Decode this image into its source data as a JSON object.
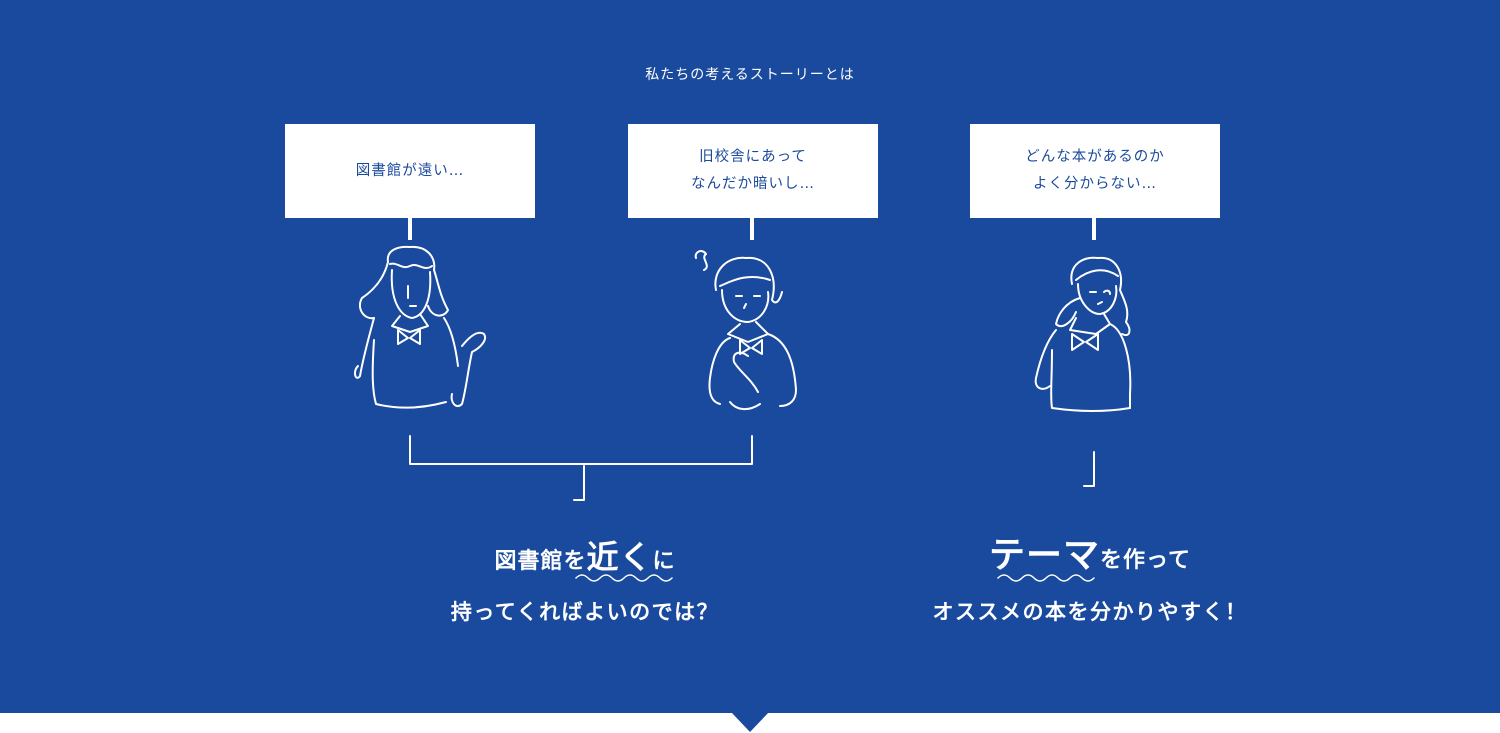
{
  "heading": "私たちの考えるストーリーとは",
  "bubbles": [
    {
      "line1": "図書館が遠い…",
      "line2": ""
    },
    {
      "line1": "旧校舎にあって",
      "line2": "なんだか暗いし…"
    },
    {
      "line1": "どんな本があるのか",
      "line2": "よく分からない…"
    }
  ],
  "results": {
    "left": {
      "pre": "図書館を",
      "em": "近く",
      "post": "に",
      "line2": "持ってくればよいのでは？"
    },
    "right": {
      "em": "テーマ",
      "post": "を作って",
      "line2": "オススメの本を分かりやすく！"
    }
  },
  "colors": {
    "background": "#1a4a9d",
    "bubble": "#ffffff",
    "accent": "#ffffff"
  }
}
